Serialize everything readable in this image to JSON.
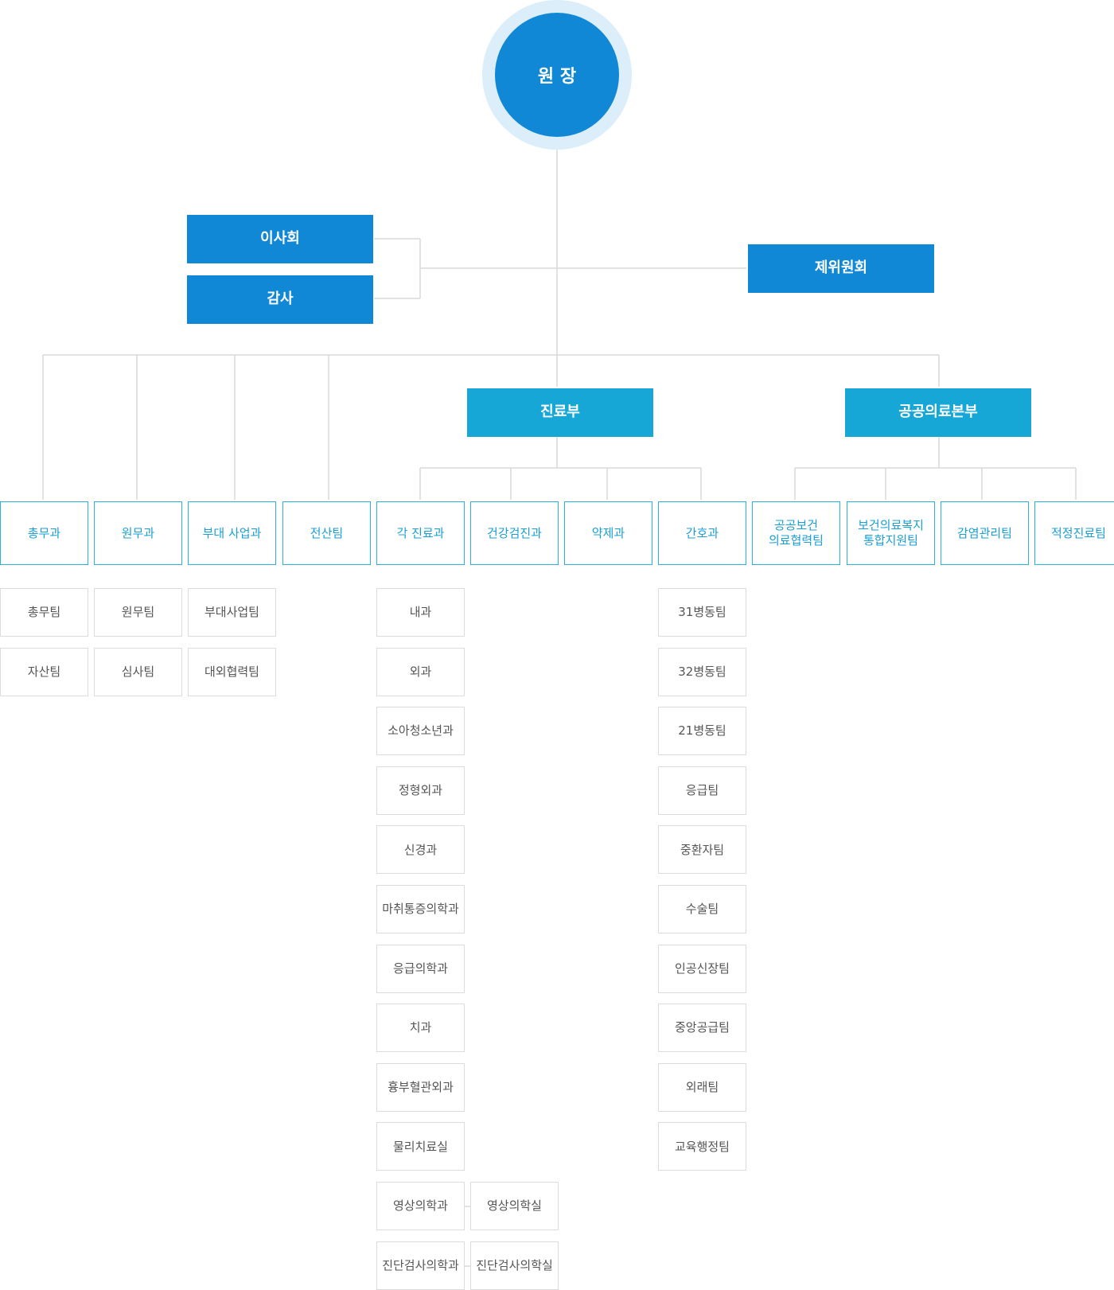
{
  "director": "원 장",
  "board": "이사회",
  "audit": "감사",
  "committees": "제위원회",
  "medical_division": "진료부",
  "public_division": "공공의료본부",
  "departments": [
    "총무과",
    "원무과",
    "부대 사업과",
    "전산팀",
    "각 진료과",
    "건강검진과",
    "약제과",
    "간호과",
    "공공보건\n의료협력팀",
    "보건의료복지\n통합지원팀",
    "감염관리팀",
    "적정진료팀"
  ],
  "general_affairs_teams": [
    "총무팀",
    "자산팀"
  ],
  "patient_affairs_teams": [
    "원무팀",
    "심사팀"
  ],
  "auxiliary_teams": [
    "부대사업팀",
    "대외협력팀"
  ],
  "clinical_departments": [
    "내과",
    "외과",
    "소아청소년과",
    "정형외과",
    "신경과",
    "마취통증의학과",
    "응급의학과",
    "치과",
    "흉부혈관외과",
    "물리치료실",
    "영상의학과",
    "진단검사의학과"
  ],
  "clinical_rooms": [
    "영상의학실",
    "진단검사의학실"
  ],
  "nursing_teams": [
    "31병동팀",
    "32병동팀",
    "21병동팀",
    "응급팀",
    "중환자팀",
    "수술팀",
    "인공신장팀",
    "중앙공급팀",
    "외래팀",
    "교육행정팀"
  ]
}
